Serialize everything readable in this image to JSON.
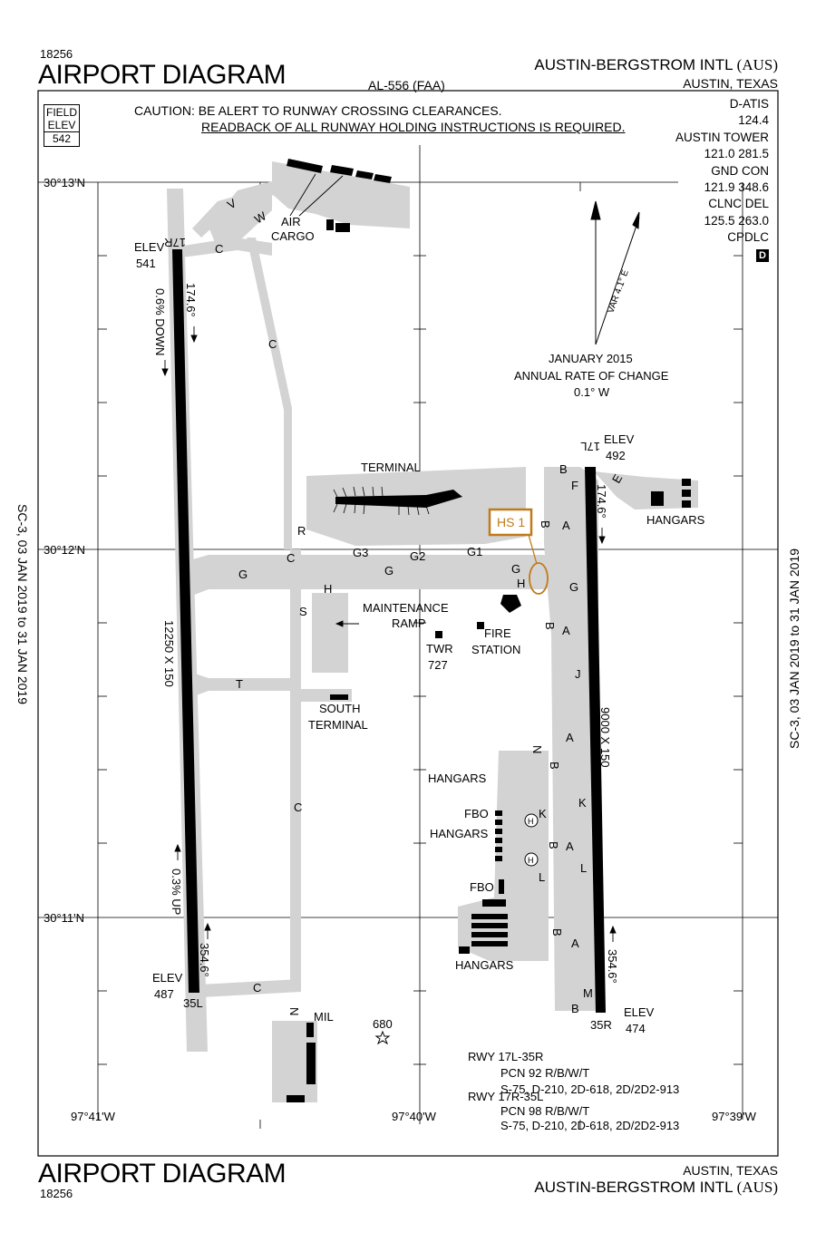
{
  "header": {
    "chart_number": "18256",
    "title": "AIRPORT DIAGRAM",
    "procedure_id": "AL-556 (FAA)",
    "airport_name": "AUSTIN-BERGSTROM INTL",
    "airport_id": "(AUS)",
    "city_state": "AUSTIN, TEXAS"
  },
  "field_elev": {
    "label1": "FIELD",
    "label2": "ELEV",
    "value": "542"
  },
  "caution": {
    "line1": "CAUTION: BE ALERT TO RUNWAY CROSSING CLEARANCES.",
    "line2": "READBACK OF ALL RUNWAY HOLDING INSTRUCTIONS IS REQUIRED."
  },
  "comms": [
    "D-ATIS",
    "124.4",
    "AUSTIN TOWER",
    "121.0  281.5",
    "GND CON",
    "121.9  348.6",
    "CLNC DEL",
    "125.5  263.0",
    "CPDLC"
  ],
  "cpdlc_badge": "D",
  "side_note": "SC-3, 03 JAN 2019 to 31 JAN 2019",
  "magnetic": {
    "variation": "VAR 4.1° E",
    "epoch_line1": "JANUARY 2015",
    "epoch_line2": "ANNUAL RATE OF CHANGE",
    "epoch_line3": "0.1° W"
  },
  "grid": {
    "lat_top": "30°13'N",
    "lat_mid": "30°12'N",
    "lat_bot": "30°11'N",
    "lon_left": "97°41'W",
    "lon_mid": "97°40'W",
    "lon_right": "97°39'W"
  },
  "runways": {
    "west": {
      "end_north": "17R",
      "end_south": "35L",
      "elev_north": "541",
      "elev_south": "487",
      "elev_label": "ELEV",
      "heading_north": "174.6°",
      "heading_south": "354.6°",
      "size": "12250 X 150",
      "grad_down": "0.6% DOWN",
      "grad_up": "0.3% UP"
    },
    "east": {
      "end_north": "17L",
      "end_south": "35R",
      "elev_north": "492",
      "elev_south": "474",
      "elev_label": "ELEV",
      "heading_north": "174.6°",
      "heading_south": "354.6°",
      "size": "9000 X 150"
    }
  },
  "facilities": {
    "air_cargo_1": "AIR",
    "air_cargo_2": "CARGO",
    "terminal": "TERMINAL",
    "maintenance_1": "MAINTENANCE",
    "maintenance_2": "RAMP",
    "tower_1": "TWR",
    "tower_2": "727",
    "fire_1": "FIRE",
    "fire_2": "STATION",
    "south_terminal_1": "SOUTH",
    "south_terminal_2": "TERMINAL",
    "hangars": "HANGARS",
    "fbo": "FBO",
    "mil": "MIL",
    "obstacle": "680",
    "hot_spot": "HS 1"
  },
  "taxiways": {
    "V": "V",
    "W": "W",
    "C": "C",
    "R": "R",
    "G": "G",
    "G1": "G1",
    "G2": "G2",
    "G3": "G3",
    "H": "H",
    "S": "S",
    "T": "T",
    "B": "B",
    "F": "F",
    "E": "E",
    "A": "A",
    "J": "J",
    "N": "N",
    "K": "K",
    "L": "L",
    "M": "M",
    "HELI": "H"
  },
  "pcn": [
    "RWY 17L-35R",
    "PCN 92 R/B/W/T",
    "S-75, D-210, 2D-618, 2D/2D2-913",
    "RWY 17R-35L",
    "PCN 98 R/B/W/T",
    "S-75, D-210, 2D-618, 2D/2D2-913"
  ]
}
